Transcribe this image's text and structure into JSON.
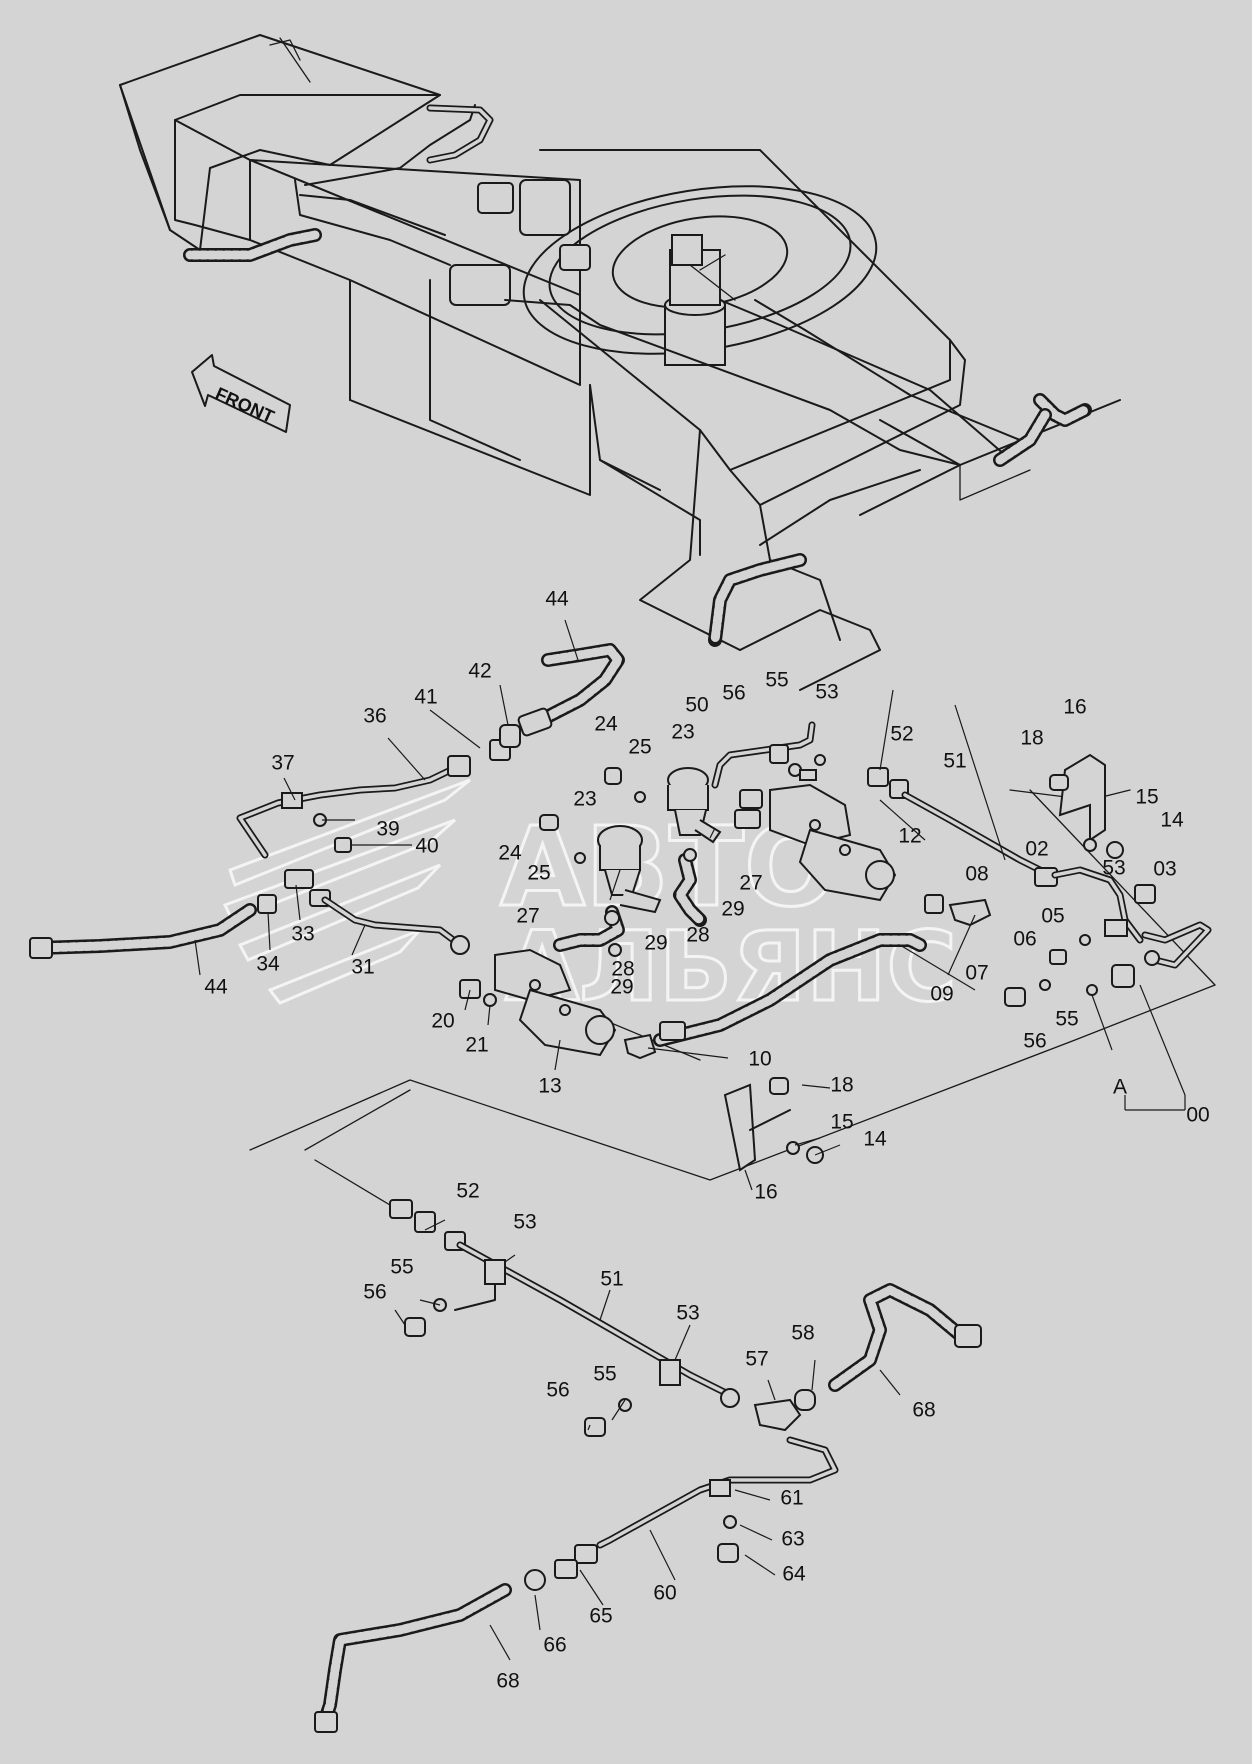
{
  "watermark": {
    "line1": "АВТО",
    "line2": "АЛЬЯНС"
  },
  "direction_arrow": {
    "label": "FRONT",
    "icon": "arrow-left-icon"
  },
  "callouts": {
    "c44a": "44",
    "c42": "42",
    "c41": "41",
    "c36": "36",
    "c37": "37",
    "c39": "39",
    "c40": "40",
    "c33": "33",
    "c34": "34",
    "c44b": "44",
    "c31": "31",
    "c20": "20",
    "c21": "21",
    "c13": "13",
    "c24a": "24",
    "c25a": "25",
    "c23a": "23",
    "c24b": "24",
    "c25b": "25",
    "c23b": "23",
    "c27a": "27",
    "c29a": "29",
    "c28a": "28",
    "c27b": "27",
    "c29b": "29",
    "c28b": "28",
    "c29c": "29",
    "c50": "50",
    "c56a": "56",
    "c55a": "55",
    "c53a": "53",
    "c52a": "52",
    "c51a": "51",
    "c12": "12",
    "c08": "08",
    "c09": "09",
    "c10": "10",
    "c07": "07",
    "c16a": "16",
    "c18a": "18",
    "c15a": "15",
    "c14a": "14",
    "c02": "02",
    "c53b": "53",
    "c03": "03",
    "c05": "05",
    "c06": "06",
    "c55b": "55",
    "c56b": "56",
    "cA": "A",
    "c00": "00",
    "c18b": "18",
    "c15b": "15",
    "c14b": "14",
    "c16b": "16",
    "c52b": "52",
    "c53c": "53",
    "c55c": "55",
    "c56c": "56",
    "c51b": "51",
    "c53d": "53",
    "c58": "58",
    "c57": "57",
    "c68a": "68",
    "c55d": "55",
    "c56d": "56",
    "c61": "61",
    "c63": "63",
    "c64": "64",
    "c60": "60",
    "c65": "65",
    "c66": "66",
    "c68b": "68"
  },
  "colors": {
    "background": "#d4d4d4",
    "ink": "#1a1a1a",
    "watermark": "#ffffff"
  }
}
